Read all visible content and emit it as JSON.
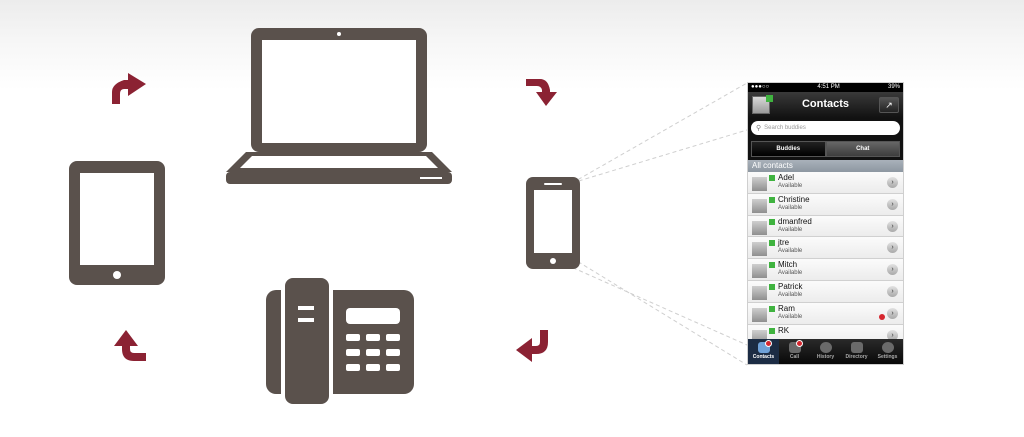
{
  "colors": {
    "device": "#5a514c",
    "arrow": "#8b2233"
  },
  "status_bar": {
    "signal": "●●●○○",
    "time": "4:51 PM",
    "battery": "39%"
  },
  "title": "Contacts",
  "search_placeholder": "Search buddies",
  "segments": [
    "Buddies",
    "Chat"
  ],
  "section_header": "All contacts",
  "contacts": [
    {
      "name": "Adel",
      "status": "Available"
    },
    {
      "name": "Christine",
      "status": "Available"
    },
    {
      "name": "dmanfred",
      "status": "Available"
    },
    {
      "name": "jtre",
      "status": "Available"
    },
    {
      "name": "Mitch",
      "status": "Available"
    },
    {
      "name": "Patrick",
      "status": "Available"
    },
    {
      "name": "Ram",
      "status": "Available"
    },
    {
      "name": "RK",
      "status": ""
    }
  ],
  "tabs": [
    "Contacts",
    "Call",
    "History",
    "Directory",
    "Settings"
  ],
  "icons": [
    "laptop-icon",
    "tablet-icon",
    "smartphone-icon",
    "desk-phone-icon",
    "curved-arrow-icon",
    "search-icon",
    "share-icon",
    "chevron-right-icon",
    "settings-gear-icon"
  ]
}
